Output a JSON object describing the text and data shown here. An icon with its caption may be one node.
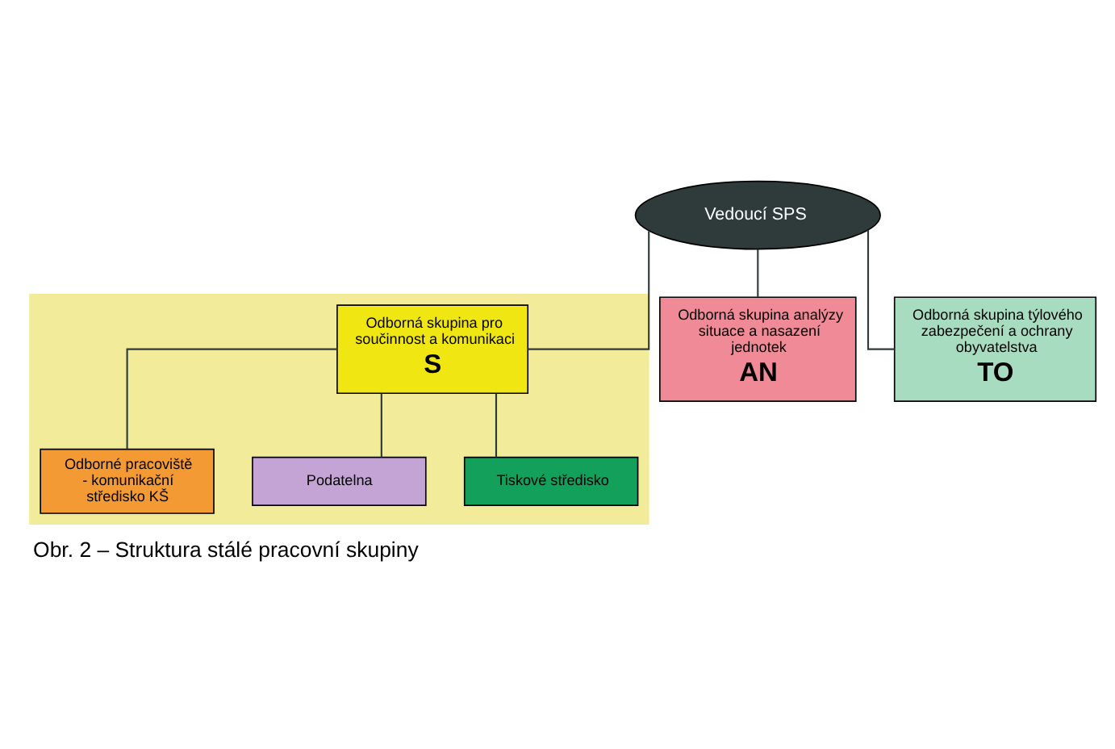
{
  "diagram": {
    "caption": "Obr. 2 – Struktura stálé pracovní skupiny",
    "nodes": [
      {
        "text": [
          "Vedoucí SPS"
        ]
      },
      {
        "text": [],
        "shape": "box"
      },
      {
        "text": [
          "Odborná skupina pro součinnost a komunikaci",
          "S"
        ],
        "in": 1
      },
      {
        "text": [
          "Odborná skupina analýzy situace a nasazení jednotek",
          "AN"
        ]
      },
      {
        "text": [
          "Odborná skupina týlového zabezpečení a ochrany obyvatelstva",
          "TO"
        ]
      },
      {
        "text": [
          "Odborné pracoviště - komunikační středisko KŠ"
        ],
        "in": 1
      },
      {
        "text": [
          "Podatelna"
        ],
        "in": 1
      },
      {
        "text": [
          "Tiskové středisko"
        ],
        "in": 1
      }
    ],
    "edges": [
      {
        "from": 0,
        "to": 2,
        "arrow": "none"
      },
      {
        "from": 0,
        "to": 3,
        "arrow": "none"
      },
      {
        "from": 0,
        "to": 4,
        "arrow": "none"
      },
      {
        "from": 2,
        "to": 5,
        "arrow": "none"
      },
      {
        "from": 2,
        "to": 6,
        "arrow": "none"
      },
      {
        "from": 2,
        "to": 7,
        "arrow": "none"
      }
    ]
  }
}
